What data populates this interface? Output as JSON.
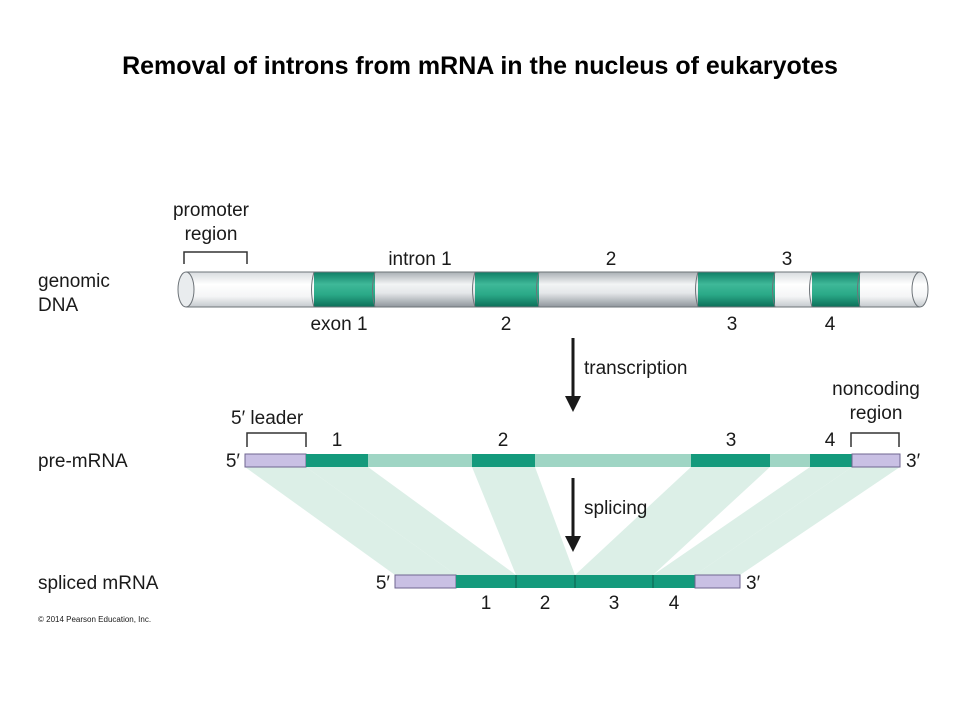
{
  "title": "Removal of introns from mRNA in the nucleus of eukaryotes",
  "colors": {
    "exon": "#149a7c",
    "exon_light": "#9fd5c4",
    "utr": "#c9c0e4",
    "splice_band": "#dcefe7",
    "dna": "#d9dde0"
  },
  "labels": {
    "promoter_line1": "promoter",
    "promoter_line2": "region",
    "genomic_line1": "genomic",
    "genomic_line2": "DNA",
    "intron1": "intron 1",
    "intron2": "2",
    "intron3": "3",
    "exon1": "exon 1",
    "exon2": "2",
    "exon3": "3",
    "exon4": "4",
    "transcription": "transcription",
    "leader": "5′ leader",
    "noncoding_line1": "noncoding",
    "noncoding_line2": "region",
    "pre_mrna": "pre-mRNA",
    "pre_five": "5′",
    "pre_three": "3′",
    "pre_exon1": "1",
    "pre_exon2": "2",
    "pre_exon3": "3",
    "pre_exon4": "4",
    "splicing": "splicing",
    "spliced_mrna": "spliced mRNA",
    "sp_five": "5′",
    "sp_three": "3′",
    "sp_exon1": "1",
    "sp_exon2": "2",
    "sp_exon3": "3",
    "sp_exon4": "4",
    "copyright": "© 2014 Pearson Education, Inc."
  }
}
